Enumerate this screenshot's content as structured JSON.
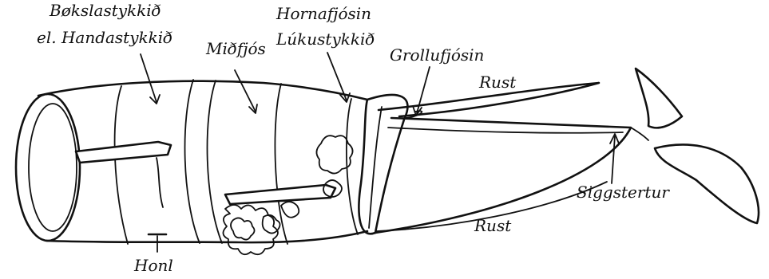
{
  "labels": {
    "bokslastykkid_line1": "Bøkslastykkið",
    "bokslastykkid_line2": "el. Handastykkið",
    "midfjos": "Miðfjós",
    "hornafjosin_line1": "Hornafjósin",
    "hornafjosin_line2": "Lúkustykkið",
    "grollufjosin": "Grollufjósin",
    "rust_top": "Rust",
    "rust_bottom": "Rust",
    "siggstertur": "Siggstertur",
    "honl": "Honl"
  }
}
